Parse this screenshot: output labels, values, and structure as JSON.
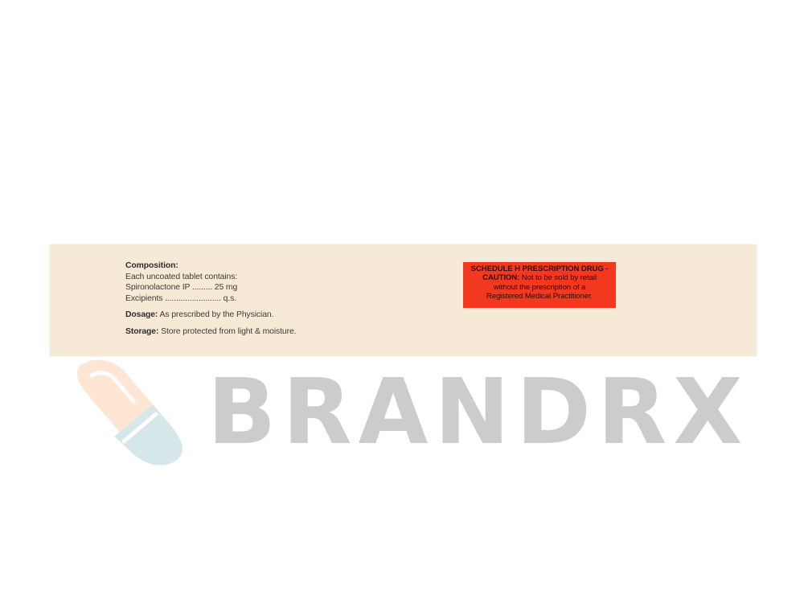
{
  "composition": {
    "heading": "Composition:",
    "intro": "Each uncoated tablet contains:",
    "ingredients": [
      "Spironolactone IP ......... 25 mg",
      "Excipients ......................... q.s."
    ],
    "dosage_label": "Dosage:",
    "dosage_text": " As prescribed by the Physician.",
    "storage_label": "Storage:",
    "storage_text": " Store protected from light & moisture."
  },
  "warning": {
    "line1": "SCHEDULE H PRESCRIPTION DRUG -",
    "line2_bold": "CAUTION:",
    "line2_rest": " Not to be sold by retail",
    "line3": "without the prescription of a",
    "line4": "Registered Medical Practitioner.",
    "color": "#f2391f"
  },
  "watermark": {
    "text": "BRANDRX",
    "icon": "capsule-icon",
    "colors": {
      "text": "#cccccc",
      "capsule_top": "#fde4cf",
      "capsule_bottom": "#d6e7e9"
    }
  }
}
